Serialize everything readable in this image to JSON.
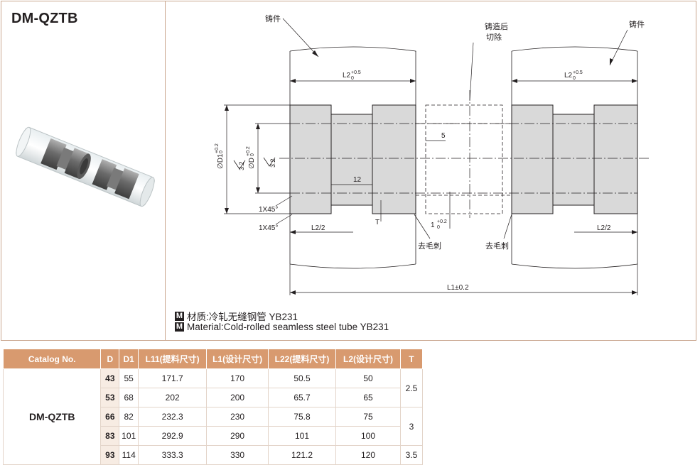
{
  "part": {
    "code": "DM-QZTB"
  },
  "drawing": {
    "labels": {
      "casting_left": "铸件",
      "casting_right": "铸件",
      "cut_after_casting_1": "铸造后",
      "cut_after_casting_2": "切除",
      "l2_left": "L2",
      "l2_right": "L2",
      "tol_plus": "+0.5",
      "tol_zero": "0",
      "d1_dim": "∅D1",
      "d1_tol_plus": "+0.2",
      "d1_tol_zero": "0",
      "d_dim": "∅D",
      "d_tol_plus": "+0.2",
      "d_tol_zero": "0",
      "roughness_1": "3.2",
      "roughness_2": "3.2",
      "dim_5": "5",
      "dim_12": "12",
      "chamfer_1": "1X45°",
      "chamfer_2": "1X45°",
      "half_l2_left": "L2/2",
      "half_l2_right": "L2/2",
      "t_label": "T",
      "one_dim": "1",
      "one_tol_plus": "+0.2",
      "one_tol_zero": "0",
      "deburr_left": "去毛刺",
      "deburr_right": "去毛刺",
      "overall": "L1±0.2"
    }
  },
  "material": {
    "icon": "M",
    "cn": "材质:冷轧无缝钢管 YB231",
    "en": "Material:Cold-rolled seamless steel tube YB231"
  },
  "table": {
    "headers": [
      "Catalog No.",
      "D",
      "D1",
      "L11(提料尺寸)",
      "L1(设计尺寸)",
      "L22(提料尺寸)",
      "L2(设计尺寸)",
      "T"
    ],
    "catalog": "DM-QZTB",
    "rows": [
      {
        "D": "43",
        "D1": "55",
        "L11": "171.7",
        "L1": "170",
        "L22": "50.5",
        "L2": "50"
      },
      {
        "D": "53",
        "D1": "68",
        "L11": "202",
        "L1": "200",
        "L22": "65.7",
        "L2": "65"
      },
      {
        "D": "66",
        "D1": "82",
        "L11": "232.3",
        "L1": "230",
        "L22": "75.8",
        "L2": "75"
      },
      {
        "D": "83",
        "D1": "101",
        "L11": "292.9",
        "L1": "290",
        "L22": "101",
        "L2": "100"
      },
      {
        "D": "93",
        "D1": "114",
        "L11": "333.3",
        "L1": "330",
        "L22": "121.2",
        "L2": "120"
      }
    ],
    "t_groups": [
      "2.5",
      "3",
      "3.5"
    ]
  },
  "colors": {
    "header_bg": "#d89a6f",
    "border": "#c9a68e",
    "part_fill": "#d9d9d9"
  }
}
